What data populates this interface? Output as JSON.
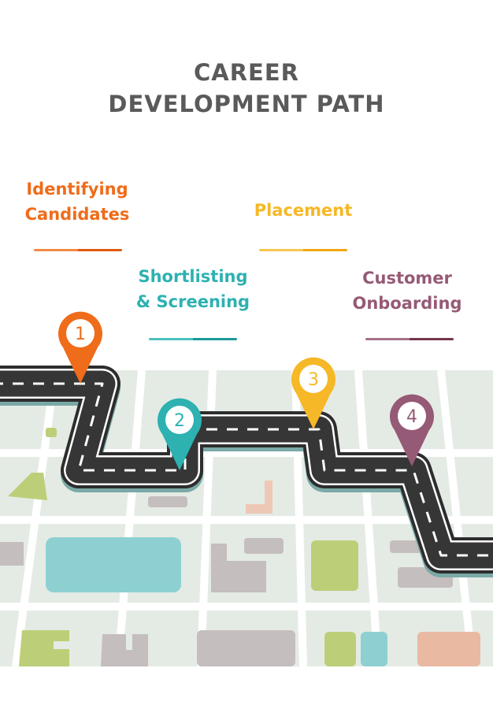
{
  "title": {
    "line1": "CAREER",
    "line2": "DEVELOPMENT PATH"
  },
  "steps": [
    {
      "number": "1",
      "line1": "Identifying",
      "line2": "Candidates",
      "color": "#ef6c1a"
    },
    {
      "number": "2",
      "line1": "Shortlisting",
      "line2": "& Screening",
      "color": "#2db1b1"
    },
    {
      "number": "3",
      "line1": "Placement",
      "line2": "",
      "color": "#f6b826"
    },
    {
      "number": "4",
      "line1": "Customer",
      "line2": "Onboarding",
      "color": "#955a75"
    }
  ]
}
